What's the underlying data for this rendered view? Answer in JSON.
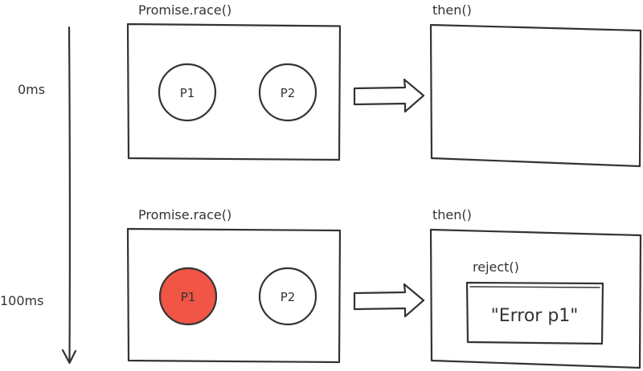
{
  "timeline": {
    "labels": [
      "0ms",
      "100ms"
    ]
  },
  "steps": [
    {
      "race_title": "Promise.race()",
      "then_title": "then()",
      "promises": [
        {
          "label": "P1",
          "state": "pending"
        },
        {
          "label": "P2",
          "state": "pending"
        }
      ],
      "result": null
    },
    {
      "race_title": "Promise.race()",
      "then_title": "then()",
      "promises": [
        {
          "label": "P1",
          "state": "rejected"
        },
        {
          "label": "P2",
          "state": "pending"
        }
      ],
      "result": {
        "handler": "reject()",
        "value": "\"Error p1\""
      }
    }
  ],
  "colors": {
    "rejected": "#f05545",
    "pending": "#ffffff",
    "stroke": "#333333"
  }
}
